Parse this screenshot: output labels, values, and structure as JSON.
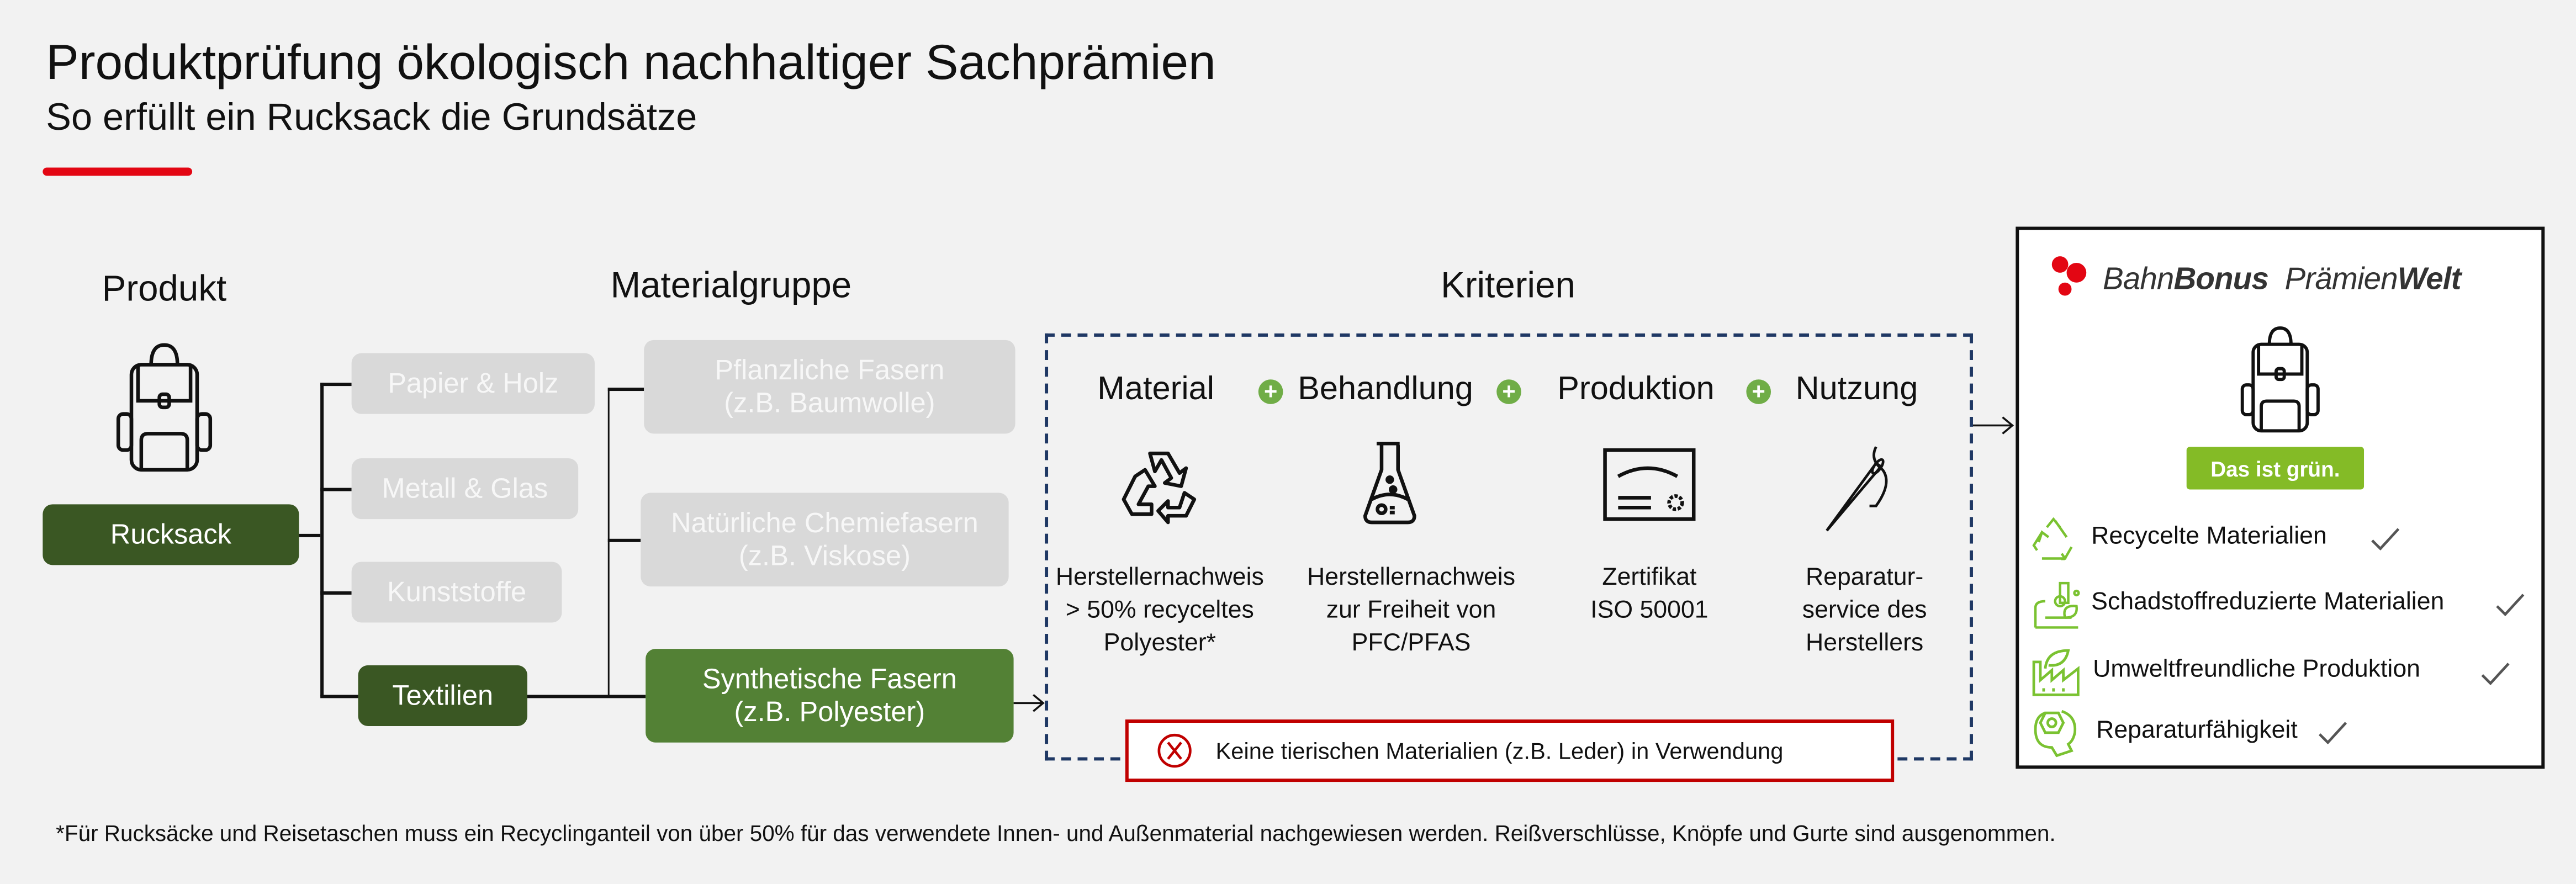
{
  "header": {
    "title": "Produktprüfung ökologisch nachhaltiger Sachprämien",
    "subtitle": "So erfüllt ein Rucksack die Grundsätze"
  },
  "columns": {
    "produkt": "Produkt",
    "materialgruppe": "Materialgruppe",
    "kriterien": "Kriterien"
  },
  "product": {
    "label": "Rucksack"
  },
  "material_groups": [
    "Papier & Holz",
    "Metall & Glas",
    "Kunststoffe",
    "Textilien"
  ],
  "subgroups": [
    {
      "line1": "Pflanzliche Fasern",
      "line2": "(z.B. Baumwolle)"
    },
    {
      "line1": "Natürliche Chemiefasern",
      "line2": "(z.B. Viskose)"
    },
    {
      "line1": "Synthetische Fasern",
      "line2": "(z.B. Polyester)"
    }
  ],
  "criteria": [
    {
      "label": "Material",
      "icon": "recycle-icon",
      "desc": [
        "Herstellernachweis",
        "> 50% recyceltes",
        "Polyester*"
      ]
    },
    {
      "label": "Behandlung",
      "icon": "flask-icon",
      "desc": [
        "Herstellernachweis",
        "zur Freiheit von",
        "PFC/PFAS"
      ]
    },
    {
      "label": "Produktion",
      "icon": "certificate-icon",
      "desc": [
        "Zertifikat",
        "ISO 50001"
      ]
    },
    {
      "label": "Nutzung",
      "icon": "needle-icon",
      "desc": [
        "Reparatur-",
        "service des",
        "Herstellers"
      ]
    }
  ],
  "exclusion": "Keine tierischen Materialien (z.B. Leder) in Verwendung",
  "panel": {
    "logo": {
      "part1": "Bahn",
      "part2": "Bonus",
      "part3": "Prämien",
      "part4": "Welt"
    },
    "badge": "Das ist grün.",
    "items": [
      "Recycelte Materialien",
      "Schadstoffreduzierte Materialien",
      "Umweltfreundliche Produktion",
      "Reparaturfähigkeit"
    ]
  },
  "footnote": "*Für Rucksäcke und Reisetaschen muss ein Recyclinganteil von über 50% für das verwendete Innen- und Außenmaterial nachgewiesen werden. Reißverschlüsse, Knöpfe und Gurte sind ausgenommen.",
  "colors": {
    "accent_red": "#e30613",
    "dark_green": "#3a5723",
    "green": "#538135",
    "badge_green": "#84bb26",
    "dash_navy": "#1f3864",
    "exclusion_red": "#c00000"
  }
}
